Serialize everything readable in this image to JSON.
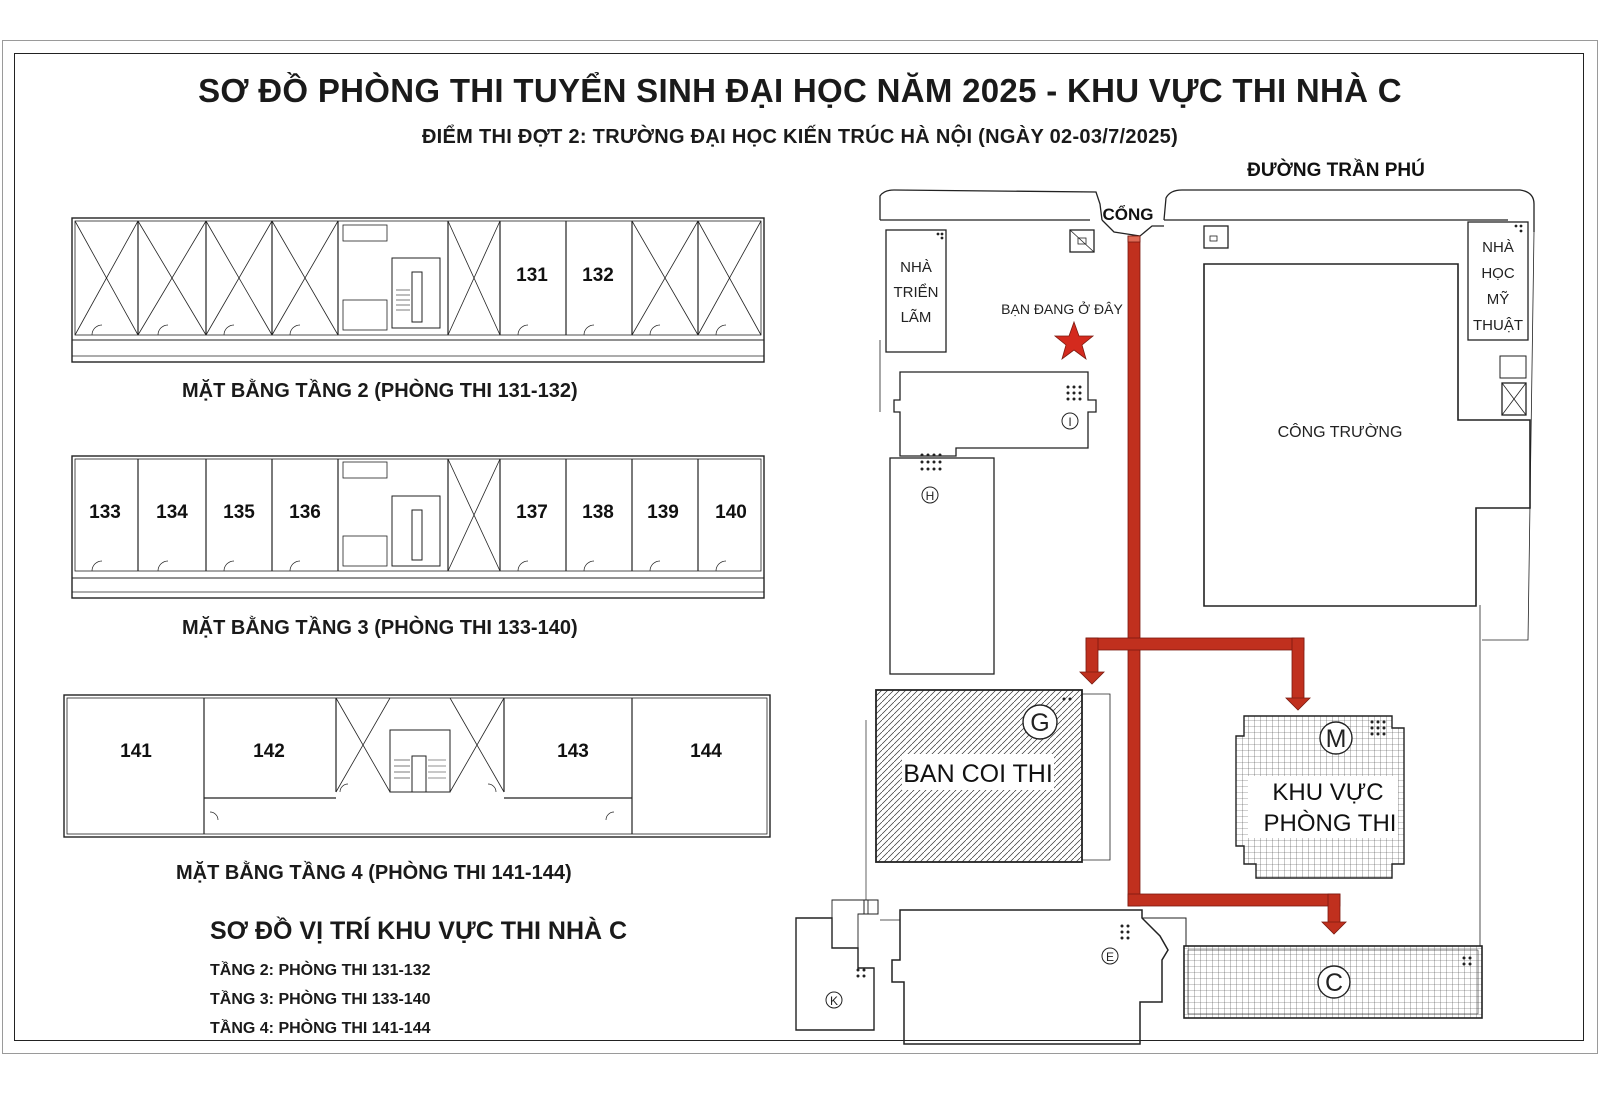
{
  "title": "SƠ ĐỒ PHÒNG THI TUYỂN SINH ĐẠI HỌC NĂM 2025 - KHU VỰC THI NHÀ C",
  "subtitle": "ĐIỂM THI ĐỢT 2: TRƯỜNG ĐẠI HỌC KIẾN TRÚC HÀ NỘI (NGÀY 02-03/7/2025)",
  "floors": [
    {
      "caption": "MẶT BẰNG TẦNG 2 (PHÒNG THI 131-132)",
      "rooms": [
        "131",
        "132"
      ]
    },
    {
      "caption": "MẶT BẰNG TẦNG 3 (PHÒNG THI 133-140)",
      "rooms": [
        "133",
        "134",
        "135",
        "136",
        "137",
        "138",
        "139",
        "140"
      ]
    },
    {
      "caption": "MẶT BẰNG TẦNG 4 (PHÒNG THI 141-144)",
      "rooms": [
        "141",
        "142",
        "143",
        "144"
      ]
    }
  ],
  "legend": {
    "title": "SƠ ĐỒ VỊ TRÍ KHU VỰC THI NHÀ C",
    "items": [
      "TẦNG 2: PHÒNG THI 131-132",
      "TẦNG 3: PHÒNG THI 133-140",
      "TẦNG 4: PHÒNG THI 141-144"
    ]
  },
  "site": {
    "street": "ĐƯỜNG TRẦN PHÚ",
    "gate": "CỔNG",
    "you_are_here": "BẠN ĐANG Ở ĐÂY",
    "nha_trien_lam": [
      "NHÀ",
      "TRIỂN",
      "LÃM"
    ],
    "nha_hoc_my_thuat": [
      "NHÀ",
      "HỌC",
      "MỸ",
      "THUẬT"
    ],
    "cong_truong": "CÔNG TRƯỜNG",
    "ban_coi_thi": "BAN COI THI",
    "khu_vuc_phong_thi": [
      "KHU VỰC",
      "PHÒNG THI"
    ],
    "building_labels": {
      "I": "I",
      "H": "H",
      "G": "G",
      "M": "M",
      "E": "E",
      "K": "K",
      "C": "C"
    }
  },
  "colors": {
    "route": "#c0301e",
    "star": "#d42a1e",
    "line": "#1a1a1a"
  }
}
